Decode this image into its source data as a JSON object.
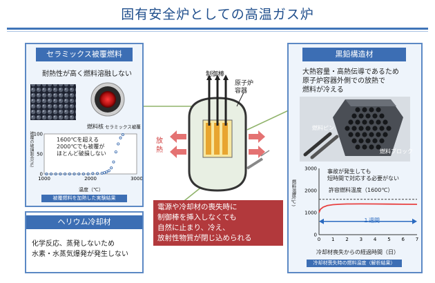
{
  "title": "固有安全炉としての高温ガス炉",
  "ceramic": {
    "heading": "セラミックス被覆燃料",
    "subtitle": "耐熱性が高く燃料溶融しない",
    "fuel_kernel_label": "燃料核",
    "coating_label": "セラミックス被覆",
    "chart_note": [
      "1600℃を超える",
      "2000℃でも被覆が",
      "ほとんど破損しない"
    ],
    "ylabel": "被覆の破損割合(%)",
    "xlabel": "温度（℃）",
    "caption": "被覆燃料を加熱した実験結果",
    "colors": {
      "accent": "#3c6eb4",
      "panel_bg": "#eef4fb"
    }
  },
  "helium": {
    "heading": "ヘリウム冷却材",
    "lines": [
      "化学反応、蒸発しないため",
      "水素・水蒸気爆発が発生しない"
    ]
  },
  "reactor": {
    "control_rod_label": "制御棒",
    "vessel_label": [
      "原子炉",
      "容器"
    ],
    "heat_label": [
      "放",
      "熱"
    ],
    "red_box_lines": [
      "電源や冷却材の喪失時に",
      "制御棒を挿入しなくても",
      "自然に止まり、冷え、",
      "放射性物質が閉じ込められる"
    ],
    "colors": {
      "red": "#b2393c",
      "heat_arrow": "#e05a5a"
    }
  },
  "graphite": {
    "heading": "黒鉛構造材",
    "desc": [
      "大熱容量・高熱伝導であるため",
      "原子炉容器外側での放熱で",
      "燃料が冷える"
    ],
    "pin_label": "燃料ピン",
    "block_label": "燃料ブロック",
    "note": [
      "事故が発生しても",
      "短時間で対応する必要がない"
    ],
    "limit_label": "許容燃料温度（1600℃）",
    "period_label": "１週間",
    "ylabel": "燃料温度(℃)",
    "xlabel": "冷却材喪失からの経過時間（日）",
    "caption": "冷却材喪失時の燃料温度（解析結果）"
  },
  "chart_data": [
    {
      "type": "scatter",
      "title": "",
      "xlabel": "温度（℃）",
      "ylabel": "被覆の破損割合(%)",
      "xlim": [
        1000,
        3000
      ],
      "ylim": [
        0,
        100
      ],
      "xticks": [
        1000,
        2000,
        3000
      ],
      "yticks": [
        0,
        50,
        100
      ],
      "x": [
        1050,
        1150,
        1250,
        1350,
        1450,
        1550,
        1650,
        1750,
        1850,
        1950,
        2050,
        2150,
        2250,
        2300,
        2350,
        2400,
        2450,
        2500,
        2550,
        2600,
        2650,
        2700
      ],
      "y": [
        0,
        0,
        0,
        0,
        0,
        0,
        0,
        0,
        0,
        0,
        1,
        1,
        2,
        3,
        5,
        8,
        15,
        30,
        55,
        75,
        90,
        98
      ]
    },
    {
      "type": "line",
      "title": "",
      "xlabel": "冷却材喪失からの経過時間（日）",
      "ylabel": "燃料温度(℃)",
      "xlim": [
        0,
        7
      ],
      "ylim": [
        0,
        3000
      ],
      "xticks": [
        0,
        1,
        2,
        3,
        4,
        5,
        6,
        7
      ],
      "yticks": [
        0,
        1000,
        2000,
        3000
      ],
      "limit": 1600,
      "x": [
        0,
        0.1,
        0.3,
        0.6,
        1,
        1.5,
        2,
        3,
        4,
        5,
        6,
        7
      ],
      "y": [
        1000,
        1150,
        1250,
        1320,
        1360,
        1380,
        1390,
        1395,
        1390,
        1385,
        1380,
        1375
      ]
    }
  ]
}
